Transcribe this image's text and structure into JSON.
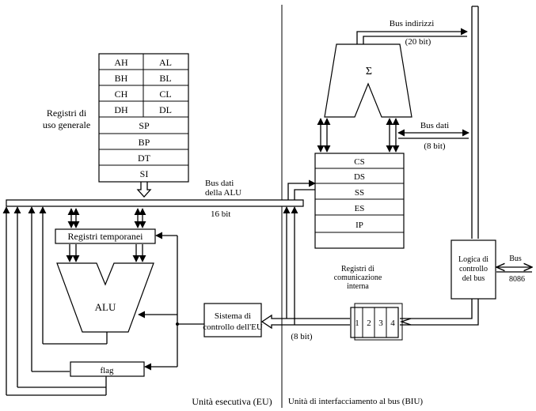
{
  "gp_registers": {
    "pairs": [
      {
        "high": "AH",
        "low": "AL"
      },
      {
        "high": "BH",
        "low": "BL"
      },
      {
        "high": "CH",
        "low": "CL"
      },
      {
        "high": "DH",
        "low": "DL"
      }
    ],
    "singles": [
      "SP",
      "BP",
      "DT",
      "SI"
    ],
    "label_line1": "Registri di",
    "label_line2": "uso generale"
  },
  "alu_bus": {
    "label_line1": "Bus dati",
    "label_line2": "della ALU",
    "width": "16 bit"
  },
  "temp_registers": "Registri temporanei",
  "alu": "ALU",
  "flag": "flag",
  "eu_control": {
    "line1": "Sistema di",
    "line2": "controllo dell'EU"
  },
  "sigma": "Σ",
  "address_bus": {
    "label": "Bus indirizzi",
    "width": "(20 bit)"
  },
  "data_bus": {
    "label": "Bus dati",
    "width": "(8 bit)"
  },
  "segment_registers": [
    "CS",
    "DS",
    "SS",
    "ES",
    "IP"
  ],
  "internal_regs_label": {
    "line1": "Registri di",
    "line2": "comunicazione",
    "line3": "interna"
  },
  "bus_logic": {
    "line1": "Logica di",
    "line2": "controllo",
    "line3": "del bus"
  },
  "external_bus": {
    "line1": "Bus",
    "line2": "8086"
  },
  "queue": [
    "1",
    "2",
    "3",
    "4"
  ],
  "queue_width": "(8 bit)",
  "eu_title": "Unità esecutiva (EU)",
  "biu_title": "Unità di interfacciamento al bus (BIU)"
}
